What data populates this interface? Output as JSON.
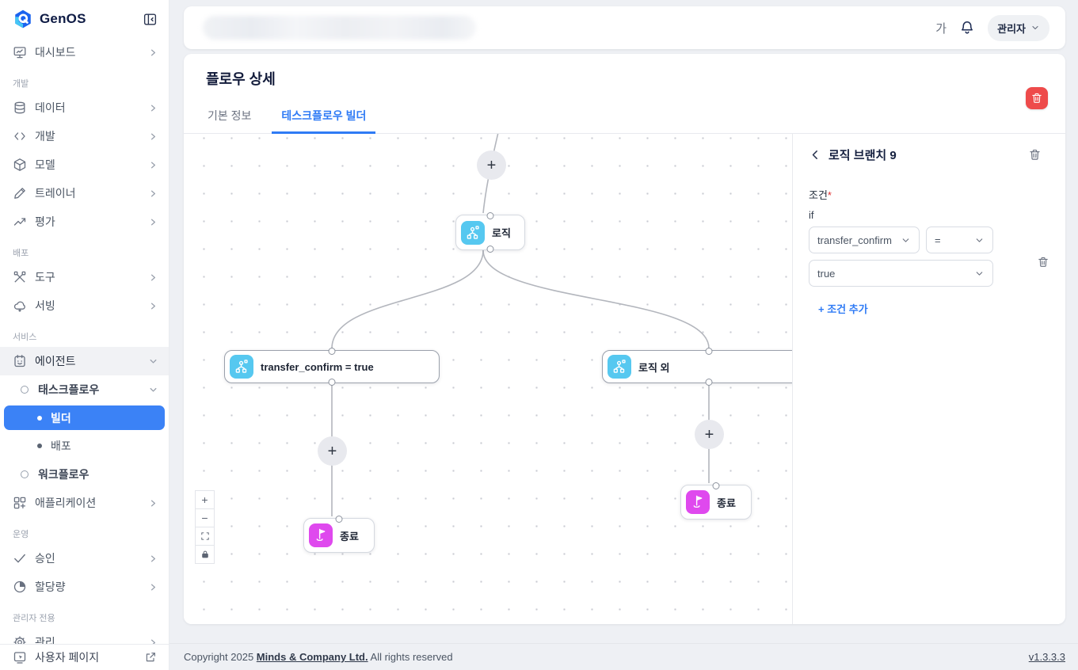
{
  "colors": {
    "accent": "#3b82f6",
    "logic_icon": "#56c8f0",
    "end_icon": "#df49ee",
    "danger": "#ee4b4b"
  },
  "sidebar": {
    "logo_text": "GenOS",
    "dashboard": "대시보드",
    "section_dev": "개발",
    "data": "데이터",
    "dev": "개발",
    "model": "모델",
    "trainer": "트레이너",
    "eval": "평가",
    "section_deploy": "배포",
    "tools": "도구",
    "serving": "서빙",
    "section_service": "서비스",
    "agent": "에이전트",
    "taskflow": "태스크플로우",
    "builder": "빌더",
    "deploy": "배포",
    "workflow": "워크플로우",
    "application": "애플리케이션",
    "section_ops": "운영",
    "approval": "승인",
    "quota": "할당량",
    "section_admin": "관리자 전용",
    "admin": "관리",
    "user_page": "사용자 페이지"
  },
  "topbar": {
    "lang": "가",
    "user": "관리자"
  },
  "page": {
    "title": "플로우 상세",
    "tab_basic": "기본 정보",
    "tab_builder": "테스크플로우 빌더"
  },
  "canvas": {
    "plus": "+",
    "node_logic": "로직",
    "node_branch_true": "transfer_confirm = true",
    "node_branch_else": "로직 외",
    "node_end_left": "종료",
    "node_end_right": "종료",
    "controls": {
      "zoom_in": "+",
      "zoom_out": "−"
    }
  },
  "panel": {
    "title": "로직 브랜치 9",
    "condition_label": "조건",
    "required": "*",
    "if_label": "if",
    "field_value": "transfer_confirm",
    "operator_value": "=",
    "value_value": "true",
    "add_condition": "+ 조건 추가"
  },
  "footer": {
    "prefix": "Copyright 2025 ",
    "company": "Minds & Company Ltd.",
    "suffix": " All rights reserved",
    "version": "v1.3.3.3"
  }
}
